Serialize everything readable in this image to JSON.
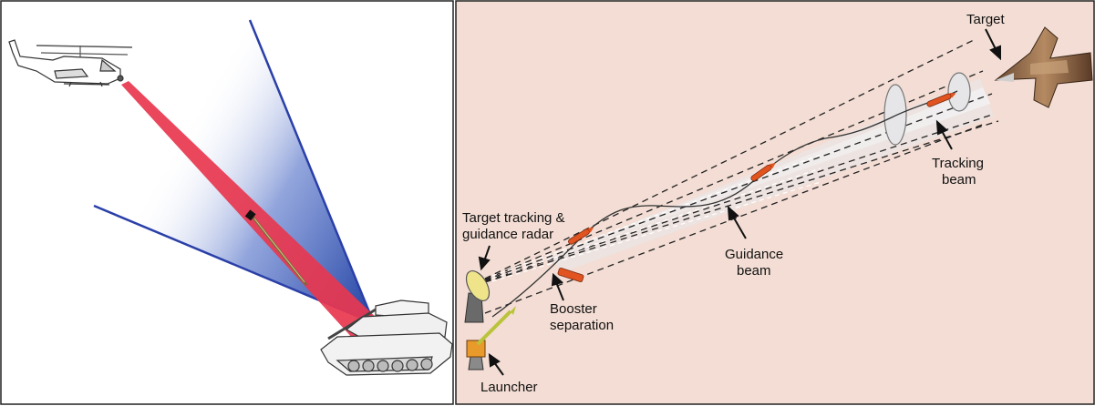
{
  "colors": {
    "left_background": "#ffffff",
    "right_background": "#f3ddd4",
    "blue_beam": "#1f3fa0",
    "red_beam": "#e8374f",
    "missile": "#e2541f",
    "radar_dish": "#f0e48a",
    "launcher": "#e89a2a"
  },
  "icons": {
    "helicopter": "attack-helicopter-icon",
    "tank": "main-battle-tank-icon",
    "aircraft": "fighter-jet-icon",
    "radar": "radar-dish-icon",
    "launcher": "missile-launcher-icon"
  },
  "labels": {
    "target": "Target",
    "tracking_beam_1": "Tracking",
    "tracking_beam_2": "beam",
    "radar_1": "Target tracking &",
    "radar_2": "guidance radar",
    "guidance_beam_1": "Guidance",
    "guidance_beam_2": "beam",
    "booster_1": "Booster",
    "booster_2": "separation",
    "launcher": "Launcher"
  }
}
